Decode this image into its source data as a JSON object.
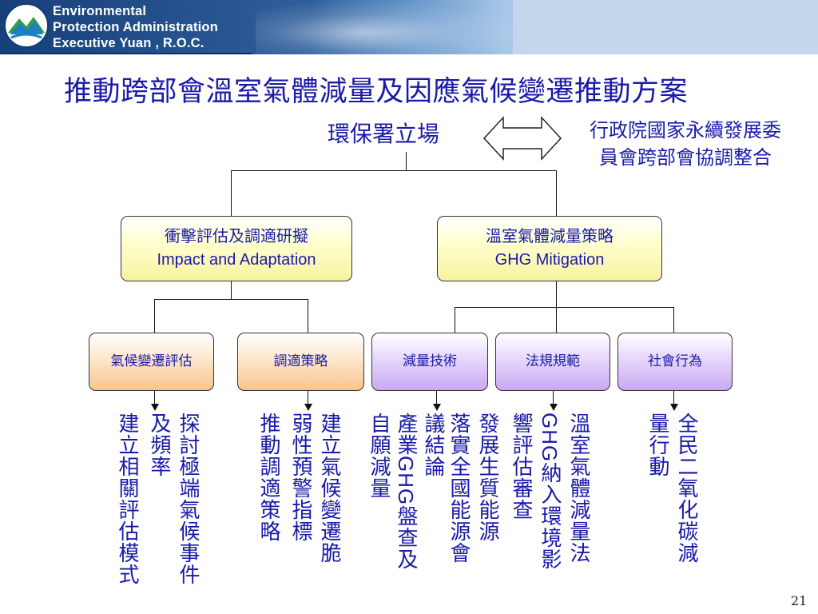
{
  "header": {
    "org_line1": "Environmental",
    "org_line2": "Protection Administration",
    "org_line3": "Executive  Yuan , R.O.C."
  },
  "slide": {
    "title": "推動跨部會溫室氣體減量及因應氣候變遷推動方案",
    "stance": "環保署立場",
    "council_line1": "行政院國家永續發展委",
    "council_line2": "員會跨部會協調整合",
    "page_number": "21"
  },
  "branches": {
    "impact_zh": "衝擊評估及調適研擬",
    "impact_en": "Impact and Adaptation",
    "mitigation_zh": "溫室氣體減量策略",
    "mitigation_en": "GHG Mitigation"
  },
  "leaves": {
    "climate_assessment": "氣候變遷評估",
    "adaptation_strategy": "調適策略",
    "reduction_tech": "減量技術",
    "regulations": "法規規範",
    "social_behavior": "社會行為"
  },
  "details": {
    "col1": "探討極端氣候事件",
    "col2": "及頻率",
    "col3": "建立相關評估模式",
    "col4": "建立氣候變遷脆",
    "col5": "弱性預警指標",
    "col6": "推動調適策略",
    "col7": "發展生質能源",
    "col8": "落實全國能源會",
    "col9": "議結論",
    "col10_pre": "產業",
    "col10_latin": "GHG",
    "col10_post": "盤查及",
    "col11": "自願減量",
    "col12": "溫室氣體減量法",
    "col13_latin": "GHG",
    "col13_post": "納入環境影",
    "col14": "響評估審查",
    "col15": "全民二氧化碳減",
    "col16": "量行動"
  },
  "colors": {
    "text_blue": "#1a1aa8",
    "banner_dark": "#173f7a",
    "yellow_node": "#f7f2a0",
    "orange_node": "#f7c48e",
    "purple_node": "#c9a9f1"
  },
  "icons": {
    "logo": "epa-mountain-logo-icon",
    "double_arrow": "double-arrow-icon"
  }
}
